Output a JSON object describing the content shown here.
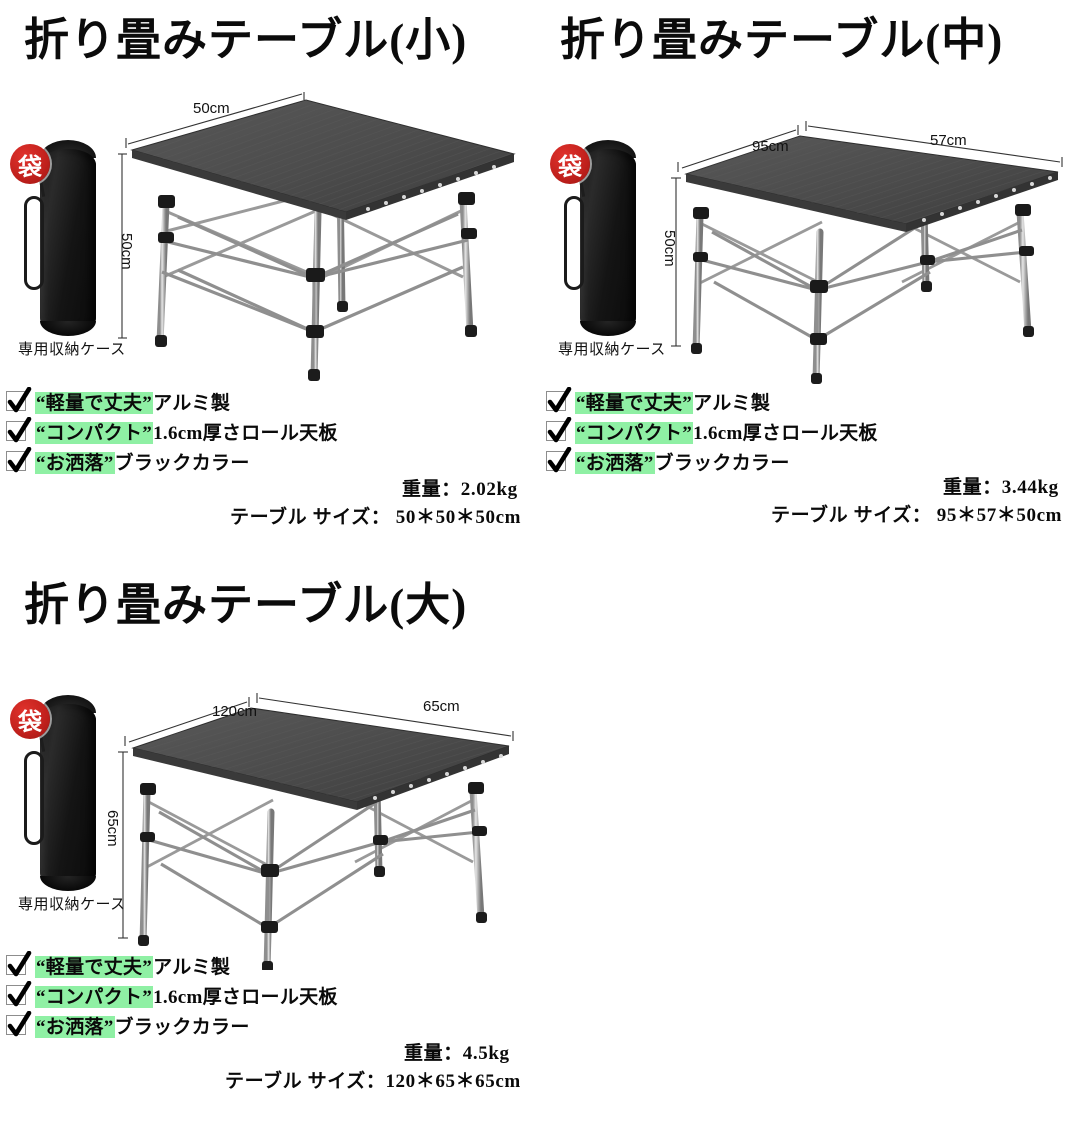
{
  "panels": [
    {
      "id": "small",
      "title": "折り畳みテーブル(小)",
      "bag": {
        "badge": "袋",
        "caption": "専用収納ケース"
      },
      "dimensions": {
        "width_label": "50cm",
        "depth_label": "",
        "height_label": "50cm"
      },
      "features": [
        {
          "highlight": "“軽量で丈夫”",
          "rest": "アルミ製"
        },
        {
          "highlight": "“コンパクト”",
          "rest": "1.6cm厚さロール天板"
        },
        {
          "highlight": "“お洒落”",
          "rest": "ブラックカラー"
        }
      ],
      "weight": "重量：2.02kg",
      "size": "テーブル サイズ： 50＊50＊50cm"
    },
    {
      "id": "medium",
      "title": "折り畳みテーブル(中)",
      "bag": {
        "badge": "袋",
        "caption": "専用収納ケース"
      },
      "dimensions": {
        "width_label": "95cm",
        "depth_label": "57cm",
        "height_label": "50cm"
      },
      "features": [
        {
          "highlight": "“軽量で丈夫”",
          "rest": "アルミ製"
        },
        {
          "highlight": "“コンパクト”",
          "rest": "1.6cm厚さロール天板"
        },
        {
          "highlight": "“お洒落”",
          "rest": "ブラックカラー"
        }
      ],
      "weight": "重量：3.44kg",
      "size": "テーブル サイズ： 95＊57＊50cm"
    },
    {
      "id": "large",
      "title": "折り畳みテーブル(大)",
      "bag": {
        "badge": "袋",
        "caption": "専用収納ケース"
      },
      "dimensions": {
        "width_label": "120cm",
        "depth_label": "65cm",
        "height_label": "65cm"
      },
      "features": [
        {
          "highlight": "“軽量で丈夫”",
          "rest": "アルミ製"
        },
        {
          "highlight": "“コンパクト”",
          "rest": "1.6cm厚さロール天板"
        },
        {
          "highlight": "“お洒落”",
          "rest": "ブラックカラー"
        }
      ],
      "weight": "重量：4.5kg",
      "size": "テーブル サイズ：120＊65＊65cm"
    }
  ],
  "colors": {
    "highlight_green": "#8ff0a4",
    "badge_red": "#c0201c",
    "tabletop_dark": "#4a4a4a",
    "leg_silver": "#b9b9b9",
    "text_black": "#0a0a0a"
  }
}
